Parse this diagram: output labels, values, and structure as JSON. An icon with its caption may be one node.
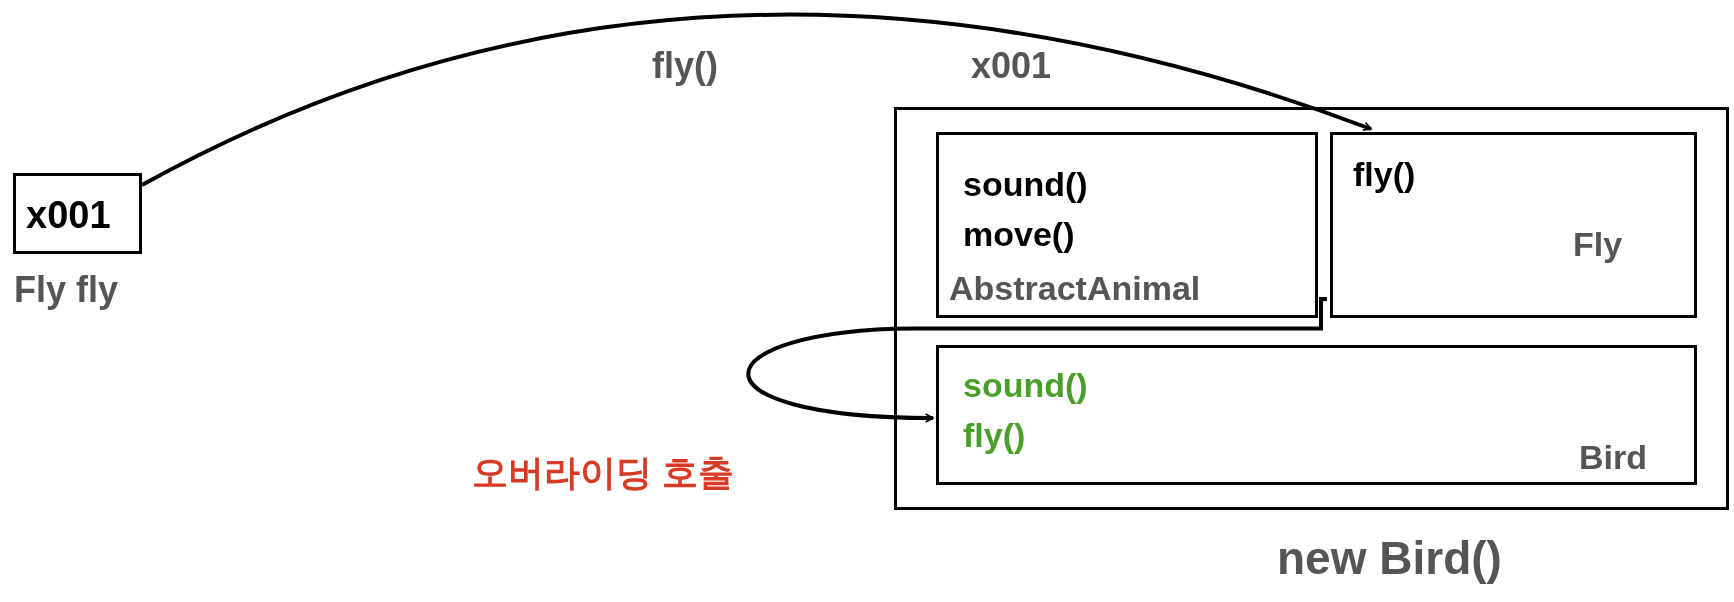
{
  "diagram": {
    "nodes": [
      {
        "text": [
          "x001"
        ],
        "beside": [
          "Fly fly"
        ]
      },
      {
        "text": [
          "new Bird()"
        ],
        "beside": [
          "x001"
        ]
      },
      {
        "text": [
          "sound()",
          "move()",
          "AbstractAnimal"
        ],
        "in": 1
      },
      {
        "text": [
          "fly()",
          "Fly"
        ],
        "in": 1
      },
      {
        "text": [
          "sound()",
          "fly()",
          "Bird"
        ],
        "in": 1
      }
    ],
    "edges": [
      {
        "from": 0,
        "to": 3,
        "arrow": "to",
        "label": "fly()"
      },
      {
        "from": 3,
        "to": 4,
        "arrow": "to"
      }
    ],
    "labels": [
      "오버라이딩 호출"
    ]
  }
}
